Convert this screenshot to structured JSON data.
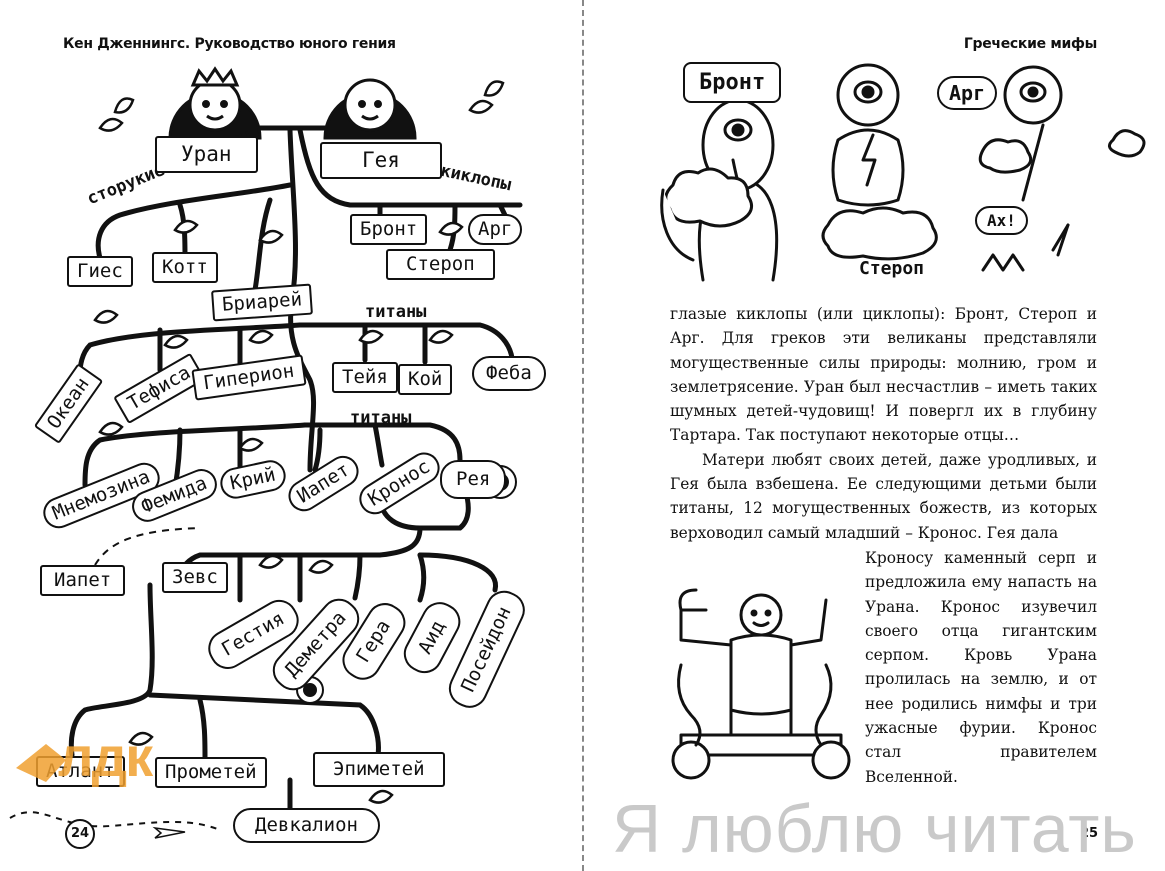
{
  "left_page": {
    "running_head": "Кен Дженнингс. Руководство юного гения",
    "page_number": "24",
    "labels": {
      "hundred_handed": "сторукие великаны",
      "cyclopes": "киклопы",
      "titans_1": "титаны",
      "titans_2": "титаны"
    },
    "nodes": {
      "uranus": "Уран",
      "gaia": "Гея",
      "gyes": "Гиес",
      "kott": "Котт",
      "briareus": "Бриарей",
      "bront": "Бронт",
      "arg": "Арг",
      "sterop": "Стероп",
      "ocean": "Океан",
      "tethys": "Тефиса",
      "hyperion": "Гиперион",
      "theia": "Тейя",
      "koy": "Кой",
      "phoebe": "Феба",
      "mnemosyne": "Мнемозина",
      "themis": "Фемида",
      "kriy": "Крий",
      "iapetus_1": "Иапет",
      "kronos": "Кронос",
      "rhea": "Рея",
      "iapetus_2": "Иапет",
      "zeus": "Зевс",
      "hestia": "Гестия",
      "demeter": "Деметра",
      "hera": "Гера",
      "hades": "Аид",
      "poseidon": "Посейдон",
      "atlas": "Атлант",
      "prometheus": "Прометей",
      "epimetheus": "Эпиметей",
      "deucalion": "Девкалион"
    },
    "logo_text": "лдк"
  },
  "right_page": {
    "running_head": "Греческие мифы",
    "page_number": "25",
    "bubbles": {
      "bront": "Бронт",
      "arg": "Арг",
      "ah": "Ах!"
    },
    "caption_sterop": "Стероп",
    "paragraph_1": "глазые киклопы (или циклопы): Бронт, Стероп и Арг. Для греков эти великаны представляли могущественные силы природы: молнию, гром и землетрясение. Уран был несчастлив – иметь таких шумных детей-чудовищ! И повергл их в глубину Тартара. Так поступают некоторые отцы…",
    "paragraph_2": "Матери любят своих детей, даже уродливых, и Гея была взбешена. Ее следующими детьми были титаны, 12 могущественных божеств, из которых верховодил самый младший – Кронос. Гея дала",
    "paragraph_3": "Кроносу каменный серп и предложила ему напасть на Урана. Кронос изувечил своего отца гигантским серпом. Кровь Урана пролилась на землю, и от нее родились нимфы и три ужасные фурии. Кронос стал правителем Вселенной."
  },
  "watermark": "Я люблю читать"
}
